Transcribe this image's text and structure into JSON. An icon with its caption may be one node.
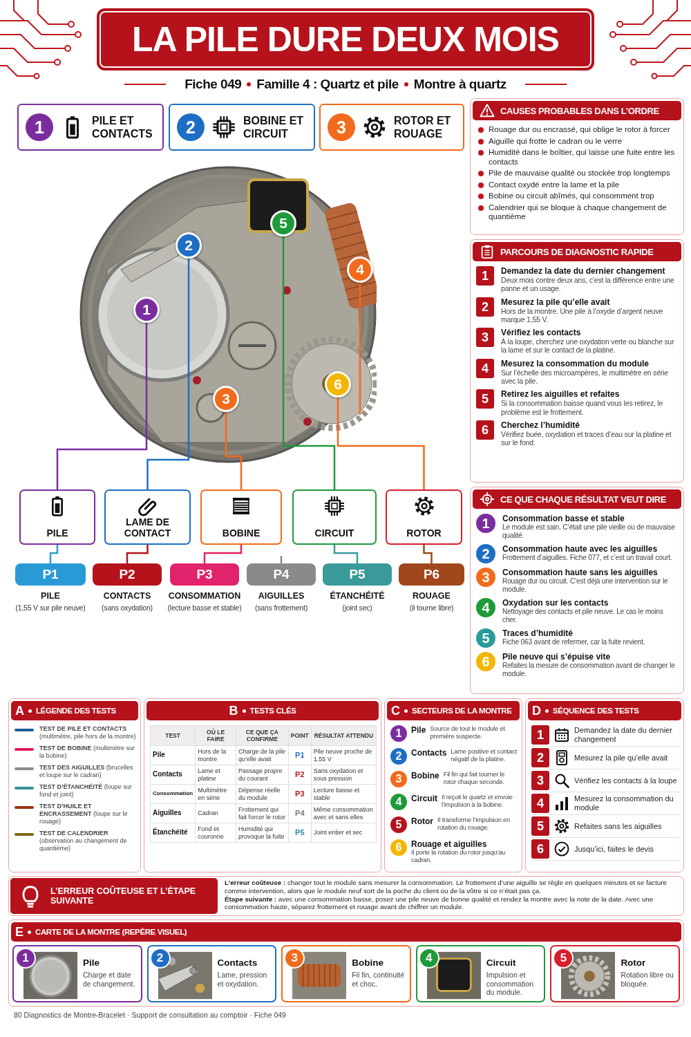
{
  "diagram": {
    "title": "LA PILE DURE DEUX MOIS",
    "caption": "80 Diagnostics de Montre-Bracelet · Support de consultation au comptoir · Fiche 049",
    "nodes": [
      {
        "text": [
          "1",
          "PILE ET CONTACTS"
        ]
      },
      {
        "text": [
          "2",
          "BOBINE ET CIRCUIT"
        ]
      },
      {
        "text": [
          "3",
          "ROTOR ET ROUAGE"
        ]
      },
      {
        "text": [],
        "shape": "picture"
      },
      {
        "text": [
          "1"
        ],
        "in": 3
      },
      {
        "text": [
          "2"
        ],
        "in": 3
      },
      {
        "text": [
          "3"
        ],
        "in": 3
      },
      {
        "text": [
          "4"
        ],
        "in": 3
      },
      {
        "text": [
          "5"
        ],
        "in": 3
      },
      {
        "text": [
          "6"
        ],
        "in": 3
      },
      {
        "text": [
          "PILE"
        ]
      },
      {
        "text": [
          "LAME DE CONTACT"
        ]
      },
      {
        "text": [
          "BOBINE"
        ]
      },
      {
        "text": [
          "CIRCUIT"
        ]
      },
      {
        "text": [
          "ROTOR"
        ]
      },
      {
        "text": [
          "P1"
        ],
        "beside": [
          "PILE",
          "(1,55 V sur pile neuve)"
        ]
      },
      {
        "text": [
          "P2"
        ],
        "beside": [
          "CONTACTS",
          "(sans oxydation)"
        ]
      },
      {
        "text": [
          "P3"
        ],
        "beside": [
          "CONSOMMATION",
          "(lecture basse et stable)"
        ]
      },
      {
        "text": [
          "P4"
        ],
        "beside": [
          "AIGUILLES",
          "(sans frottement)"
        ]
      },
      {
        "text": [
          "P5"
        ],
        "beside": [
          "ÉTANCHÉITÉ",
          "(joint sec)"
        ]
      },
      {
        "text": [
          "P6"
        ],
        "beside": [
          "ROUAGE",
          "(il tourne libre)"
        ]
      },
      {
        "text": [
          "CAUSES PROBABLES DANS L’ORDRE",
          "Rouage dur ou encrassé, qui oblige le rotor à forcer",
          "Aiguille qui frotte le cadran ou le verre",
          "Humidité dans le boîtier, qui laisse une fuite entre les contacts",
          "Pile de mauvaise qualité ou stockée trop longtemps",
          "Contact oxydé entre la lame et la pile",
          "Bobine ou circuit abîmés, qui consomment trop",
          "Calendrier qui se bloque à chaque changement de quantième"
        ]
      },
      {
        "text": [
          "PARCOURS DE DIAGNOSTIC RAPIDE"
        ]
      },
      {
        "text": [
          "1"
        ],
        "in": 22,
        "beside": [
          "Demandez la date du dernier changement",
          "Deux mois contre deux ans, c’est la différence entre une panne et un usage."
        ]
      },
      {
        "text": [
          "2"
        ],
        "in": 22,
        "beside": [
          "Mesurez la pile qu’elle avait",
          "Hors de la montre. Une pile à l’oxyde d’argent neuve marque 1,55 V."
        ]
      },
      {
        "text": [
          "3"
        ],
        "in": 22,
        "beside": [
          "Vérifiez les contacts",
          "À la loupe, cherchez une oxydation verte ou blanche sur la lame et sur le contact de la platine."
        ]
      },
      {
        "text": [
          "4"
        ],
        "in": 22,
        "beside": [
          "Mesurez la consommation du module",
          "Sur l’échelle des microampères, le multimètre en série avec la pile."
        ]
      },
      {
        "text": [
          "5"
        ],
        "in": 22,
        "beside": [
          "Retirez les aiguilles et refaites",
          "Si la consommation baisse quand vous les retirez, le problème est le frottement."
        ]
      },
      {
        "text": [
          "6"
        ],
        "in": 22,
        "beside": [
          "Cherchez l’humidité",
          "Vérifiez buée, oxydation et traces d’eau sur la platine et sur le fond."
        ]
      },
      {
        "text": [
          "CE QUE CHAQUE RÉSULTAT VEUT DIRE"
        ]
      },
      {
        "text": [
          "1"
        ],
        "in": 29,
        "beside": [
          "Consommation basse et stable",
          "Le module est sain. C’était une pile vieille ou de mauvaise qualité."
        ]
      },
      {
        "text": [
          "2"
        ],
        "in": 29,
        "beside": [
          "Consommation haute avec les aiguilles",
          "Frottement d’aiguilles. Fiche 077, et c’est un travail court."
        ]
      },
      {
        "text": [
          "3"
        ],
        "in": 29,
        "beside": [
          "Consommation haute sans les aiguilles",
          "Rouage dur ou circuit. C’est déjà une intervention sur le module."
        ]
      },
      {
        "text": [
          "4"
        ],
        "in": 29,
        "beside": [
          "Oxydation sur les contacts",
          "Nettoyage des contacts et pile neuve. Le cas le moins cher."
        ]
      },
      {
        "text": [
          "5"
        ],
        "in": 29,
        "beside": [
          "Traces d’humidité",
          "Fiche 063 avant de refermer, car la fuite revient."
        ]
      },
      {
        "text": [
          "6"
        ],
        "in": 29,
        "beside": [
          "Pile neuve qui s’épuise vite",
          "Refaites la mesure de consommation avant de changer le module."
        ]
      },
      {
        "text": [
          "A",
          "LÉGENDE DES TESTS"
        ]
      },
      {
        "text": [
          "B",
          "TESTS CLÉS"
        ]
      },
      {
        "text": [
          "C",
          "SECTEURS DE LA MONTRE"
        ]
      },
      {
        "text": [
          "1"
        ],
        "in": 38,
        "beside": [
          "Pile",
          "Source de tout le module et première suspecte."
        ]
      },
      {
        "text": [
          "2"
        ],
        "in": 38,
        "beside": [
          "Contacts",
          "Lame positive et contact négatif de la platine."
        ]
      },
      {
        "text": [
          "3"
        ],
        "in": 38,
        "beside": [
          "Bobine",
          "Fil fin qui fait tourner le rotor chaque seconde."
        ]
      },
      {
        "text": [
          "4"
        ],
        "in": 38,
        "beside": [
          "Circuit",
          "Il reçoit le quartz et envoie l’impulsion à la bobine."
        ]
      },
      {
        "text": [
          "5"
        ],
        "in": 38,
        "beside": [
          "Rotor",
          "Il transforme l’impulsion en rotation du rouage."
        ]
      },
      {
        "text": [
          "6"
        ],
        "in": 38,
        "beside": [
          "Rouage et aiguilles",
          "Il porte la rotation du rotor jusqu’au cadran."
        ]
      },
      {
        "text": [
          "D",
          "SÉQUENCE DES TESTS"
        ]
      },
      {
        "text": [
          "1"
        ],
        "in": 45,
        "beside": [
          "Demandez la date du dernier changement"
        ]
      },
      {
        "text": [
          "2"
        ],
        "in": 45,
        "beside": [
          "Mesurez la pile qu’elle avait"
        ]
      },
      {
        "text": [
          "3"
        ],
        "in": 45,
        "beside": [
          "Vérifiez les contacts à la loupe"
        ]
      },
      {
        "text": [
          "4"
        ],
        "in": 45,
        "beside": [
          "Mesurez la consommation du module"
        ]
      },
      {
        "text": [
          "5"
        ],
        "in": 45,
        "beside": [
          "Refaites sans les aiguilles"
        ]
      },
      {
        "text": [
          "6"
        ],
        "in": 45,
        "beside": [
          "Jusqu’ici, faites le devis"
        ]
      },
      {
        "text": [
          "L’ERREUR COÛTEUSE ET L’ÉTAPE SUIVANTE",
          "**L’erreur coûteuse :** changer tout le module sans mesurer la consommation. Le frottement d’une aiguille se règle en quelques minutes et se facture comme intervention, alors que le module neuf sort de la poche du client ou de la vôtre si ce n’était pas ça.",
          "**Étape suivante :** avec une consommation basse, posez une pile neuve de bonne qualité et rendez la montre avec la note de la date. Avec une consommation haute, séparez frottement et rouage avant de chiffrer un module."
        ]
      },
      {
        "text": [
          "E",
          "CARTE DE LA MONTRE (REPÈRE VISUEL)"
        ]
      },
      {
        "text": [
          "1",
          "Pile",
          "Charge et date de changement."
        ],
        "in": 53
      },
      {
        "text": [
          "2",
          "Contacts",
          "Lame, pression et oxydation."
        ],
        "in": 53
      },
      {
        "text": [
          "3",
          "Bobine",
          "Fil fin, continuité et choc."
        ],
        "in": 53
      },
      {
        "text": [
          "4",
          "Circuit",
          "Impulsion et consommation du module."
        ],
        "in": 53
      },
      {
        "text": [
          "5",
          "Rotor",
          "Rotation libre ou bloquée."
        ],
        "in": 53
      }
    ],
    "edges": [
      {
        "from": 4,
        "to": 10,
        "arrow": "none",
        "color": "#7b2d9e"
      },
      {
        "from": 5,
        "to": 11,
        "arrow": "none",
        "color": "#1e6fc4"
      },
      {
        "from": 6,
        "to": 12,
        "arrow": "none",
        "color": "#f26a1b"
      },
      {
        "from": 8,
        "to": 13,
        "arrow": "none",
        "color": "#1f9a3a"
      },
      {
        "from": 9,
        "to": 14,
        "arrow": "none",
        "color": "#f26a1b"
      },
      {
        "from": 7,
        "to": null,
        "arrow": "none",
        "color": "#f26a1b"
      },
      {
        "from": 10,
        "to": 15,
        "arrow": "none",
        "color": "#2a9ad6"
      },
      {
        "from": 11,
        "to": 16,
        "arrow": "none",
        "color": "#b5121b"
      },
      {
        "from": 12,
        "to": 17,
        "arrow": "none",
        "color": "#e0236a"
      },
      {
        "from": null,
        "to": 18,
        "arrow": "none",
        "color": "#8a8a8a"
      },
      {
        "from": 13,
        "to": 19,
        "arrow": "none",
        "color": "#3a9a9a"
      },
      {
        "from": 14,
        "to": 20,
        "arrow": "none",
        "color": "#a0481c"
      }
    ],
    "labels": [
      "Fiche 049",
      "Famille 4 : Quartz et pile",
      "Montre à quartz",
      "TEST",
      "OÙ LE FAIRE",
      "CE QUE ÇA CONFIRME",
      "POINT",
      "RÉSULTAT ATTENDU",
      "Pile",
      "Hors de la montre",
      "Charge de la pile qu’elle avait",
      "P1",
      "Pile neuve proche de 1,55 V",
      "Contacts",
      "Lame et platine",
      "Passage propre du courant",
      "P2",
      "Sans oxydation et sous pression",
      "Consommation",
      "Multimètre en série",
      "Dépense réelle du module",
      "P3",
      "Lecture basse et stable",
      "Aiguilles",
      "Cadran",
      "Frottement qui fait forcer le rotor",
      "P4",
      "Même consommation avec et sans elles",
      "Étanchéité",
      "Fond et couronne",
      "Humidité qui provoque la fuite",
      "P5",
      "Joint entier et sec"
    ],
    "legend": [
      {
        "text": "**TEST DE PILE ET CONTACTS** (multimètre, pile hors de la montre)",
        "color": "#1f5c99"
      },
      {
        "text": "**TEST DE BOBINE** (multimètre sur la bobine)",
        "color": "#e01e5a"
      },
      {
        "text": "**TEST DES AIGUILLES** (brucelles et loupe sur le cadran)",
        "color": "#8c8c8c"
      },
      {
        "text": "**TEST D’ÉTANCHÉITÉ** (loupe sur fond et joint)",
        "color": "#3a8f96"
      },
      {
        "text": "**TEST D’HUILE ET ENCRASSEMENT** (loupe sur le rouage)",
        "color": "#9a3412"
      },
      {
        "text": "**TEST DE CALENDRIER** (observation au changement de quantième)",
        "color": "#7a6a12"
      }
    ]
  }
}
